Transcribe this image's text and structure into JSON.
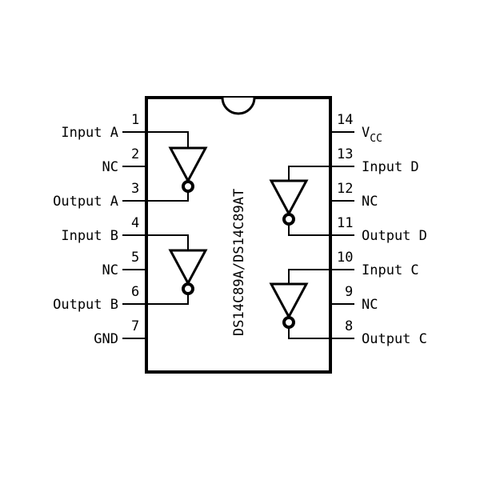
{
  "part_number": "DS14C89A/DS14C89AT",
  "pins_left": [
    {
      "num": "1",
      "label": "Input A"
    },
    {
      "num": "2",
      "label": "NC"
    },
    {
      "num": "3",
      "label": "Output A"
    },
    {
      "num": "4",
      "label": "Input B"
    },
    {
      "num": "5",
      "label": "NC"
    },
    {
      "num": "6",
      "label": "Output B"
    },
    {
      "num": "7",
      "label": "GND"
    }
  ],
  "pins_right": [
    {
      "num": "14",
      "label": "V",
      "sub": "CC"
    },
    {
      "num": "13",
      "label": "Input D"
    },
    {
      "num": "12",
      "label": "NC"
    },
    {
      "num": "11",
      "label": "Output D"
    },
    {
      "num": "10",
      "label": "Input C"
    },
    {
      "num": "9",
      "label": "NC"
    },
    {
      "num": "8",
      "label": "Output C"
    }
  ],
  "gates": [
    {
      "name": "A",
      "type": "inverter"
    },
    {
      "name": "B",
      "type": "inverter"
    },
    {
      "name": "C",
      "type": "inverter"
    },
    {
      "name": "D",
      "type": "inverter"
    }
  ]
}
